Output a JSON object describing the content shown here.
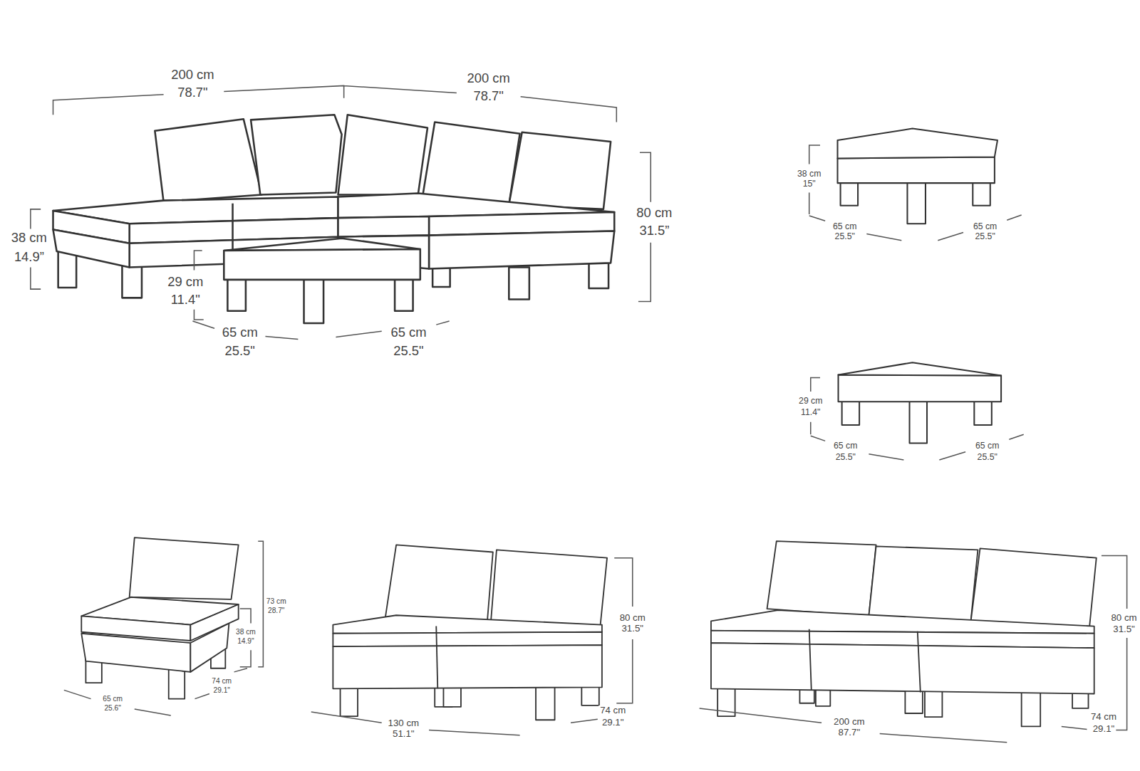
{
  "diagram": {
    "labels": [
      "200 cm",
      "78.7\"",
      "200 cm",
      "78.7\"",
      "38 cm",
      "14.9”",
      "80 cm",
      "31.5”",
      "29 cm",
      "11.4\"",
      "65 cm",
      "25.5\"",
      "65 cm",
      "25.5\"",
      "38 cm",
      "15\"",
      "65 cm",
      "25.5\"",
      "65 cm",
      "25.5\"",
      "29 cm",
      "11.4\"",
      "65 cm",
      "25.5\"",
      "65 cm",
      "25.5\"",
      "73 cm",
      "28.7\"",
      "38 cm",
      "14.9\"",
      "74 cm",
      "29.1\"",
      "65 cm",
      "25.6\"",
      "80 cm",
      "31.5\"",
      "74 cm",
      "29.1\"",
      "130 cm",
      "51.1\"",
      "80 cm",
      "31.5\"",
      "200 cm",
      "87.7\"",
      "74 cm",
      "29.1\""
    ]
  }
}
